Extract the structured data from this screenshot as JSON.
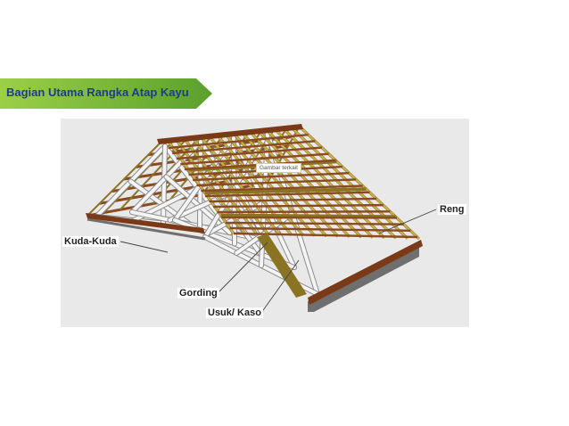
{
  "banner": {
    "title": "Bagian Utama Rangka Atap Kayu",
    "gradient_left": "#8dc63f",
    "gradient_right": "#5aa02c",
    "text_color": "#1f3a93"
  },
  "figure": {
    "tooltip": "Gambar terkait",
    "colors": {
      "background": "#e9e9e9",
      "truss": "#f4f4f4",
      "truss_outline": "#8c8c8c",
      "rafter": "#c9b04a",
      "rafter_dark": "#8a7424",
      "batten": "#8a4a22",
      "eave_beam": "#7a3a18",
      "wall_plate": "#6f6f6f"
    }
  },
  "labels": {
    "reng": "Reng",
    "kuda_kuda": "Kuda-Kuda",
    "gording": "Gording",
    "usuk_kaso": "Usuk/ Kaso"
  }
}
